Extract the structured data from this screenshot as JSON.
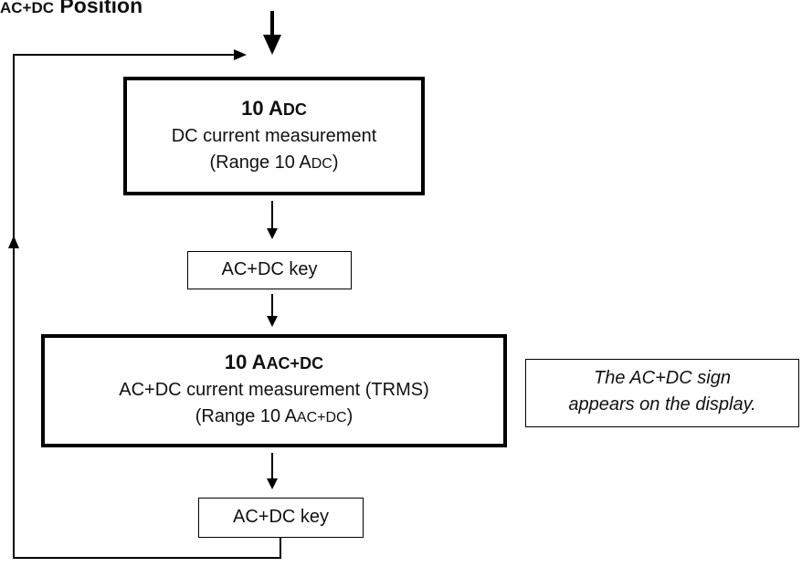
{
  "heading": {
    "main": "AC+DC Position",
    "prefix": "AC+DC",
    "rest": " Position"
  },
  "dc_box": {
    "title_value": "10 A",
    "title_sub": "DC",
    "line1": "DC current measurement",
    "line2_prefix": "(Range 10 A",
    "line2_sub": "DC",
    "line2_suffix": ")"
  },
  "key_1": {
    "label": "AC+DC key"
  },
  "acdc_box": {
    "title_value": "10 A",
    "title_sub": "AC+DC",
    "line1": "AC+DC current measurement (TRMS)",
    "line2_prefix": "(Range 10 A",
    "line2_sub": "AC+DC",
    "line2_suffix": ")"
  },
  "note": {
    "line1": "The AC+DC sign",
    "line2": "appears on the display."
  },
  "key_2": {
    "label": "AC+DC key"
  }
}
